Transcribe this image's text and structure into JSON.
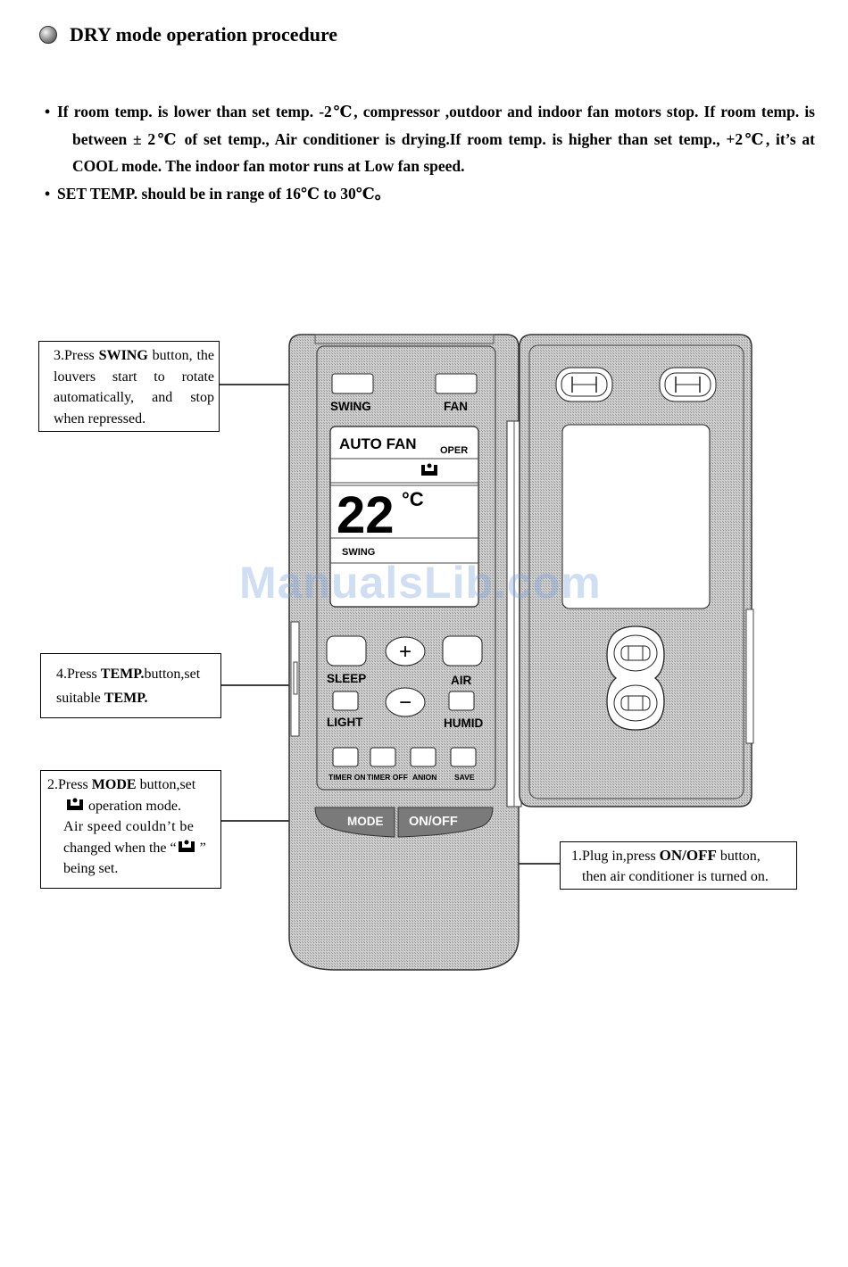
{
  "heading": {
    "title": "DRY mode operation procedure"
  },
  "bullets": [
    {
      "symbol": "•",
      "text": "If room temp. is lower than set temp. -2℃, compressor ,outdoor and indoor fan motors stop. If room temp. is between ± 2℃ of set temp., Air conditioner is drying.If room temp. is higher than set temp., +2℃, it’s at COOL mode. The indoor fan motor runs at Low fan speed."
    },
    {
      "symbol": "•",
      "text": "SET TEMP. should be in range of 16℃ to 30℃。"
    }
  ],
  "callouts": {
    "swing": {
      "prefix": "3.Press ",
      "bold": "SWING",
      "suffix": " button, the louvers start to rotate automatically, and stop when repressed."
    },
    "temp": {
      "prefix": "4.Press ",
      "bold": "TEMP.",
      "mid": "button,set suitable ",
      "bold2": "TEMP."
    },
    "mode": {
      "prefix": "2.Press ",
      "bold": "MODE",
      "suffix": " button,set",
      "line2": " operation mode.",
      "line3": "Air speed couldn’t be",
      "line4a": "changed when the “",
      "line4b": " ”",
      "line5": "being set."
    },
    "onoff": {
      "prefix": "1.Plug in,press ",
      "bold": "ON/OFF",
      "suffix": " button,",
      "line2": "then air conditioner is turned on."
    }
  },
  "remote": {
    "buttons": {
      "swing": "SWING",
      "fan": "FAN",
      "sleep": "SLEEP",
      "air": "AIR",
      "light": "LIGHT",
      "humid": "HUMID",
      "timer_on": "TIMER ON",
      "timer_off": "TIMER OFF",
      "anion": "ANION",
      "save": "SAVE",
      "mode": "MODE",
      "onoff": "ON/OFF",
      "plus": "+",
      "minus": "−"
    },
    "display": {
      "auto_fan": "AUTO FAN",
      "oper": "OPER",
      "temperature": "22",
      "unit": "°C",
      "swing": "SWING"
    }
  },
  "watermark": "ManualsLib.com"
}
